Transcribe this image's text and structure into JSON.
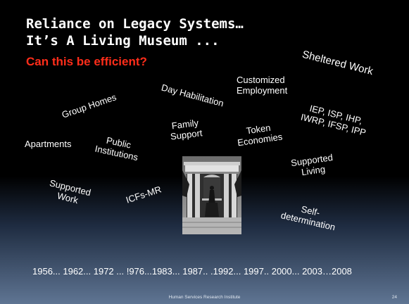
{
  "title": {
    "line1": "Reliance on Legacy Systems…",
    "line2": "It’s A Living Museum ...",
    "subtitle": "Can this be efficient?"
  },
  "terms": {
    "sheltered_work": "Sheltered Work",
    "customized_employment": "Customized\nEmployment",
    "day_habilitation": "Day Habilitation",
    "group_homes": "Group Homes",
    "family_support": "Family\nSupport",
    "token_economies": "Token\nEconomies",
    "iep_list": "IEP, ISP, IHP,\nIWRP, IFSP, IPP",
    "apartments": "Apartments",
    "public_institutions": "Public\nInstitutions",
    "supported_living": "Supported\nLiving",
    "supported_work": "Supported\nWork",
    "icfs_mr": "ICFs-MR",
    "self_determination": "Self-\ndetermination"
  },
  "timeline": "1956... 1962... 1972 ... !976...1983... 1987.. .1992... 1997.. 2000... 2003…2008",
  "footer": {
    "organization": "Human Services Research Institute",
    "page_number": "24"
  },
  "colors": {
    "subtitle": "#ff2d1a",
    "background_top": "#000000",
    "background_bottom": "#5f7593"
  },
  "image": {
    "icon": "museum-building-photo"
  }
}
